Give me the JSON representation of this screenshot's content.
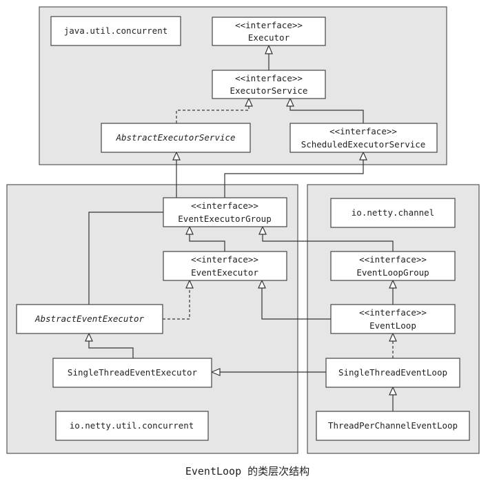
{
  "packages": {
    "java_util_concurrent": "java.util.concurrent",
    "io_netty_util_concurrent": "io.netty.util.concurrent",
    "io_netty_channel": "io.netty.channel"
  },
  "stereotype": "<<interface>>",
  "classes": {
    "executor": "Executor",
    "executor_service": "ExecutorService",
    "abstract_executor_service": "AbstractExecutorService",
    "scheduled_executor_service": "ScheduledExecutorService",
    "event_executor_group": "EventExecutorGroup",
    "event_executor": "EventExecutor",
    "abstract_event_executor": "AbstractEventExecutor",
    "single_thread_event_executor": "SingleThreadEventExecutor",
    "event_loop_group": "EventLoopGroup",
    "event_loop": "EventLoop",
    "single_thread_event_loop": "SingleThreadEventLoop",
    "thread_per_channel_event_loop": "ThreadPerChannelEventLoop"
  },
  "caption": "EventLoop 的类层次结构"
}
